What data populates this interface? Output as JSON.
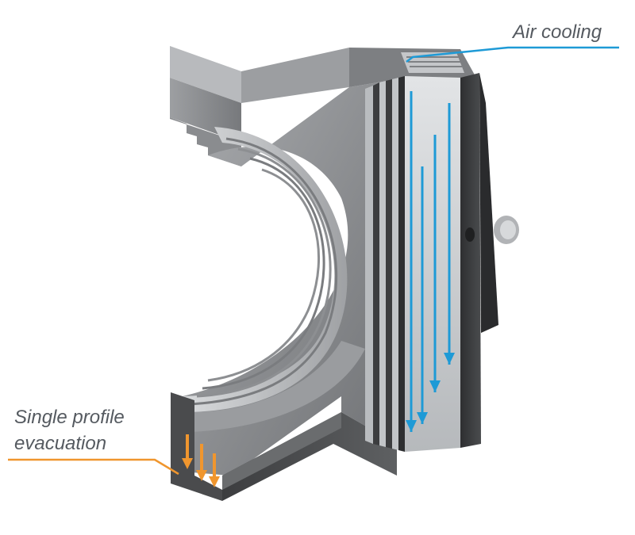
{
  "labels": {
    "air_cooling": "Air cooling",
    "single_profile_line1": "Single profile",
    "single_profile_line2": "evacuation"
  },
  "colors": {
    "air_cooling_accent": "#1e9ad6",
    "evacuation_accent": "#f0962e",
    "background": "#ffffff",
    "body_gray": "#8d8f92",
    "dark_gray": "#3a3b3d",
    "plate_light": "#c9cccf"
  },
  "icons": {
    "air_flow": "down-arrow",
    "evacuation_flow": "down-arrow"
  }
}
